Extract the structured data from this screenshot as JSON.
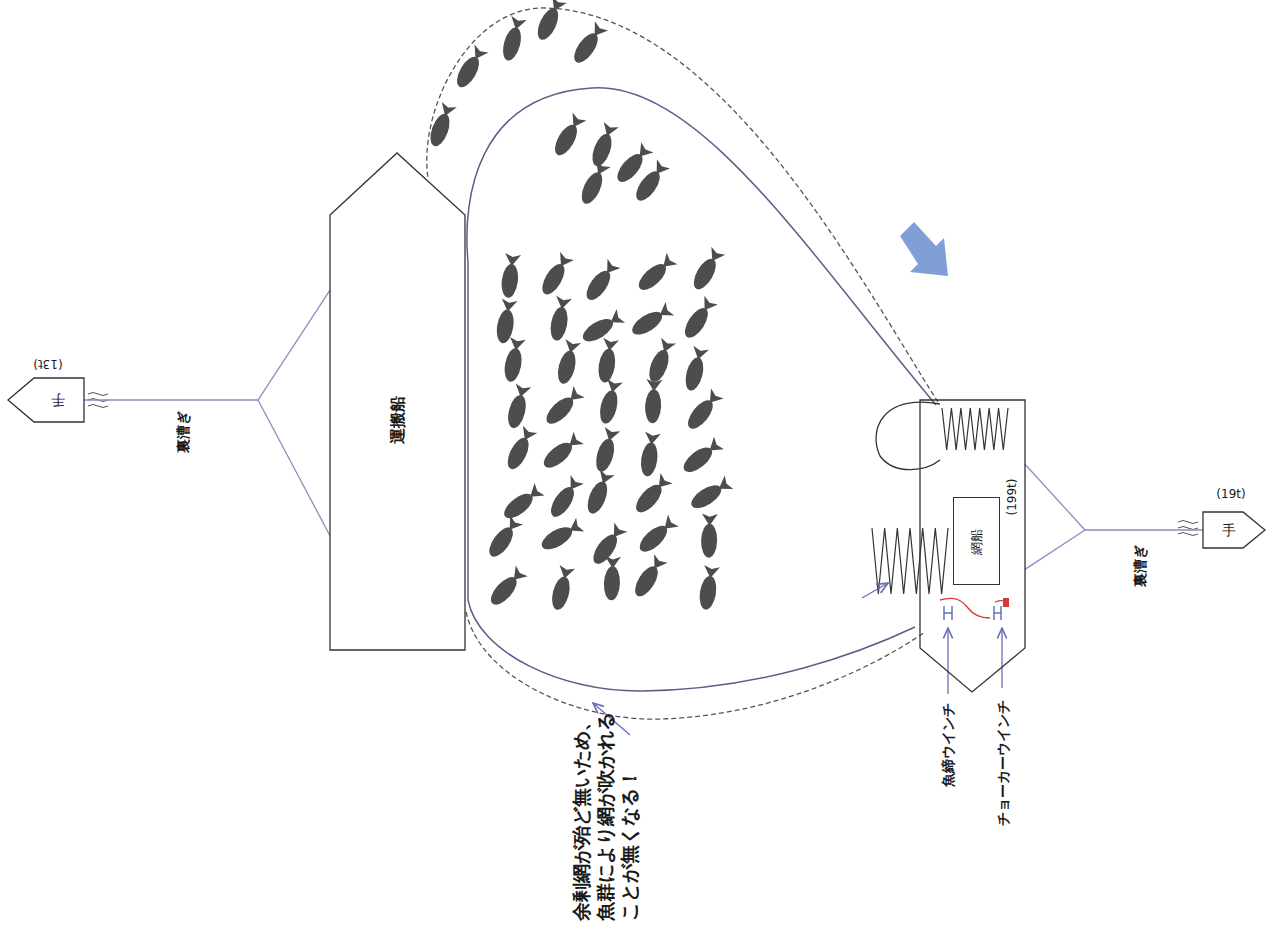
{
  "diagram": {
    "nodes": [
      {
        "text": [
          "運搬船"
        ]
      },
      {
        "text": [
          "(199t)"
        ]
      },
      {
        "text": [
          "網船"
        ],
        "in": 1
      },
      {
        "text": [
          "手",
          "(13t)"
        ]
      },
      {
        "text": [
          "手",
          "(19t)"
        ]
      }
    ],
    "edges": [
      {
        "from": 3,
        "to": 0,
        "arrow": "none",
        "label": "裏漕ぎ"
      },
      {
        "from": 4,
        "to": 1,
        "arrow": "none",
        "label": "裏漕ぎ"
      }
    ],
    "labels": [
      "余剰網が殆ど無いため、魚群により網が吹かれることが無くなる！",
      "魚締ウインチ",
      "チョーカーウインチ"
    ]
  }
}
